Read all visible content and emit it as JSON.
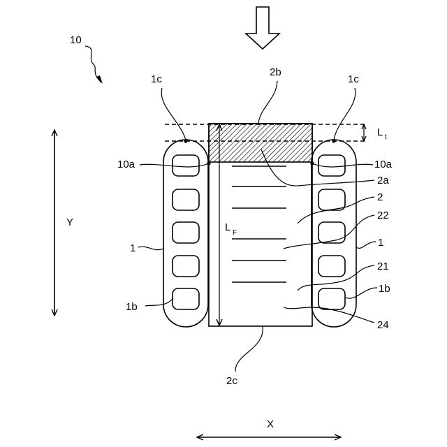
{
  "figure": {
    "labels": {
      "device": "10",
      "coil_tip_left": "1c",
      "coil_tip_right": "1c",
      "top_face": "2b",
      "thickness": "L",
      "thickness_sub": "t",
      "contact_left": "10a",
      "contact_right": "10a",
      "insert_top": "2a",
      "body": "2",
      "lead": "22",
      "length": "L",
      "length_sub": "F",
      "coil_left": "1",
      "coil_right": "1",
      "axis_y": "Y",
      "layer": "21",
      "winding_left": "1b",
      "winding_right": "1b",
      "base": "24",
      "bottom_face": "2c",
      "axis_x": "X"
    }
  }
}
